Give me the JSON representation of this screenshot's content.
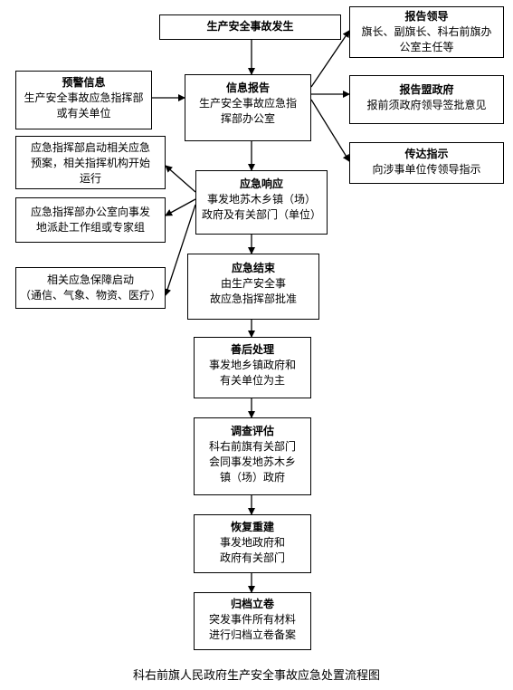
{
  "boxes": {
    "start": {
      "title": "生产安全事故发生"
    },
    "warning": {
      "title": "预警信息",
      "lines": [
        "生产安全事故应急指挥部",
        "或有关单位"
      ]
    },
    "report_info": {
      "title": "信息报告",
      "lines": [
        "生产安全事故应急指",
        "挥部办公室"
      ]
    },
    "report_leader": {
      "title": "报告领导",
      "lines": [
        "旗长、副旗长、科右前旗办",
        "公室主任等"
      ]
    },
    "report_league": {
      "title": "报告盟政府",
      "lines": [
        "报前须政府领导签批意见"
      ]
    },
    "convey": {
      "title": "传达指示",
      "lines": [
        "向涉事单位传领导指示"
      ]
    },
    "left_1": {
      "lines": [
        "应急指挥部启动相关应急",
        "预案，相关指挥机构开始",
        "运行"
      ]
    },
    "left_2": {
      "lines": [
        "应急指挥部办公室向事发",
        "地派赴工作组或专家组"
      ]
    },
    "left_3": {
      "lines": [
        "相关应急保障启动",
        "（通信、气象、物资、医疗）"
      ]
    },
    "response": {
      "title": "应急响应",
      "lines": [
        "事发地苏木乡镇（场）",
        "政府及有关部门（单位）"
      ]
    },
    "end": {
      "title": "应急结束",
      "lines": [
        "由生产安全事",
        "故应急指挥部批准"
      ]
    },
    "aftermath": {
      "title": "善后处理",
      "lines": [
        "事发地乡镇政府和",
        "有关单位为主"
      ]
    },
    "investigate": {
      "title": "调查评估",
      "lines": [
        "科右前旗有关部门",
        "会同事发地苏木乡",
        "镇（场）政府"
      ]
    },
    "rebuild": {
      "title": "恢复重建",
      "lines": [
        "事发地政府和",
        "政府有关部门"
      ]
    },
    "archive": {
      "title": "归档立卷",
      "lines": [
        "突发事件所有材料",
        "进行归档立卷备案"
      ]
    }
  },
  "caption": "科右前旗人民政府生产安全事故应急处置流程图"
}
